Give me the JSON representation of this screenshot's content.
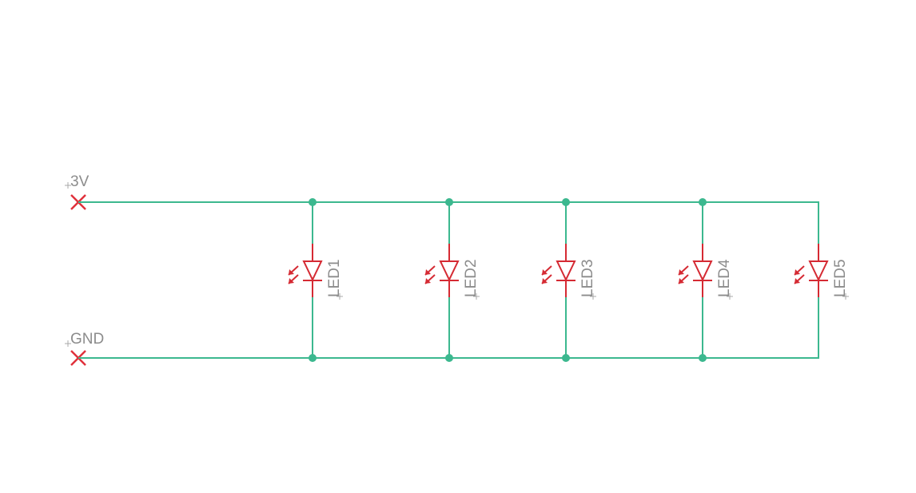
{
  "nets": {
    "supply": {
      "label": "3V"
    },
    "ground": {
      "label": "GND"
    }
  },
  "leds": [
    {
      "name": "LED1"
    },
    {
      "name": "LED2"
    },
    {
      "name": "LED3"
    },
    {
      "name": "LED4"
    },
    {
      "name": "LED5"
    }
  ],
  "colors": {
    "wire": "#3cb88f",
    "component": "#d52a33",
    "text": "#8c8c8c"
  }
}
